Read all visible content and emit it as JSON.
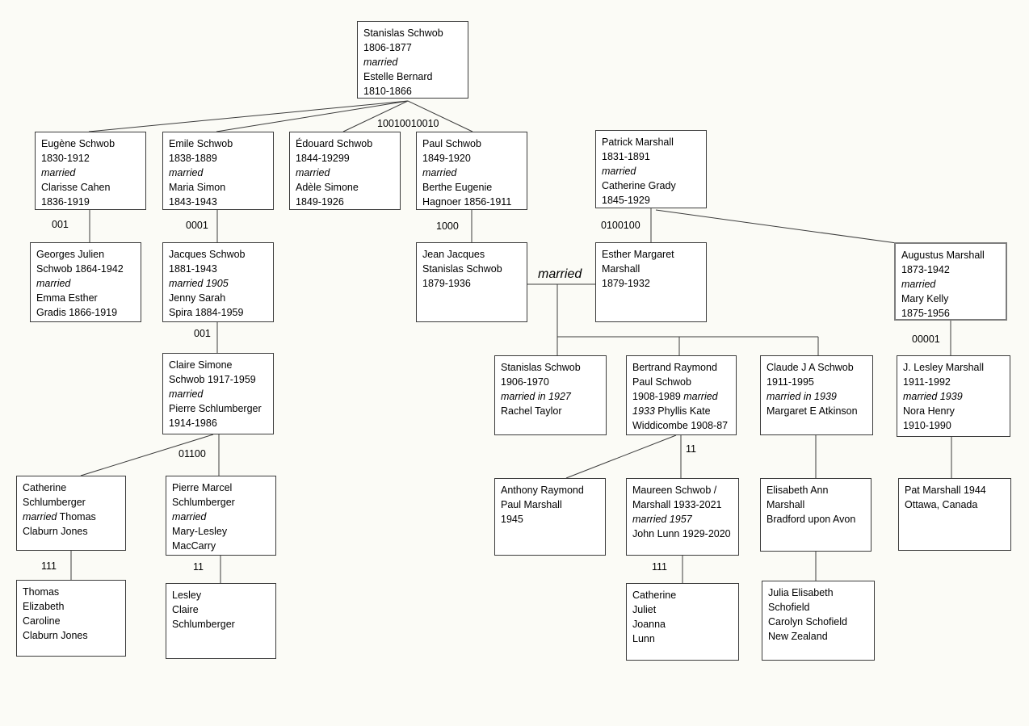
{
  "diagram": {
    "background": "#fbfbf6",
    "box_fill": "#ffffff",
    "box_border_color": "#3c3c3c",
    "line_color": "#3c3c3c",
    "text_color": "#000000"
  },
  "married_label": "married",
  "edge_labels": {
    "root": "10010010010",
    "eugene": "001",
    "emile": "0001",
    "paul": "1000",
    "patrick": "0100100",
    "jacques": "001",
    "augustus": "00001",
    "claire": "01100",
    "catherine_s": "111",
    "pierre": "11",
    "bertrand": "11",
    "maureen": "111"
  },
  "boxes": {
    "stanislas_sr": {
      "name": "Stanislas Schwob",
      "lines": [
        [
          {
            "t": "Stanislas Schwob"
          }
        ],
        [
          {
            "t": "1806-1877"
          }
        ],
        [
          {
            "t": "married",
            "i": true
          }
        ],
        [
          {
            "t": "Estelle Bernard"
          }
        ],
        [
          {
            "t": "1810-1866"
          }
        ]
      ]
    },
    "eugene": {
      "name": "Eugène Schwob",
      "lines": [
        [
          {
            "t": "Eugène Schwob"
          }
        ],
        [
          {
            "t": "1830-1912"
          }
        ],
        [
          {
            "t": "married",
            "i": true
          }
        ],
        [
          {
            "t": "Clarisse Cahen"
          }
        ],
        [
          {
            "t": "1836-1919"
          }
        ]
      ]
    },
    "emile": {
      "name": "Emile Schwob",
      "lines": [
        [
          {
            "t": "Emile Schwob"
          }
        ],
        [
          {
            "t": "1838-1889"
          }
        ],
        [
          {
            "t": "married",
            "i": true
          }
        ],
        [
          {
            "t": "Maria Simon"
          }
        ],
        [
          {
            "t": "1843-1943"
          }
        ]
      ]
    },
    "edouard": {
      "name": "Édouard Schwob",
      "lines": [
        [
          {
            "t": "Édouard Schwob"
          }
        ],
        [
          {
            "t": "1844-19299"
          }
        ],
        [
          {
            "t": "married",
            "i": true
          }
        ],
        [
          {
            "t": "Adèle Simone"
          }
        ],
        [
          {
            "t": "1849-1926"
          }
        ]
      ]
    },
    "paul": {
      "name": "Paul Schwob",
      "lines": [
        [
          {
            "t": "Paul Schwob"
          }
        ],
        [
          {
            "t": "1849-1920"
          }
        ],
        [
          {
            "t": "married",
            "i": true
          }
        ],
        [
          {
            "t": "Berthe Eugenie"
          }
        ],
        [
          {
            "t": "Hagnoer 1856-1911"
          }
        ]
      ]
    },
    "patrick": {
      "name": "Patrick Marshall",
      "lines": [
        [
          {
            "t": "Patrick Marshall"
          }
        ],
        [
          {
            "t": "1831-1891"
          }
        ],
        [
          {
            "t": "married",
            "i": true
          }
        ],
        [
          {
            "t": "Catherine Grady"
          }
        ],
        [
          {
            "t": "1845-1929"
          }
        ]
      ]
    },
    "georges": {
      "name": "Georges Julien Schwob",
      "lines": [
        [
          {
            "t": "Georges Julien"
          }
        ],
        [
          {
            "t": "Schwob 1864-1942"
          }
        ],
        [
          {
            "t": "married",
            "i": true
          }
        ],
        [
          {
            "t": "Emma Esther"
          }
        ],
        [
          {
            "t": "Gradis 1866-1919"
          }
        ]
      ]
    },
    "jacques": {
      "name": "Jacques Schwob",
      "lines": [
        [
          {
            "t": "Jacques Schwob"
          }
        ],
        [
          {
            "t": "1881-1943"
          }
        ],
        [
          {
            "t": "married 1905",
            "i": true
          }
        ],
        [
          {
            "t": "Jenny Sarah"
          }
        ],
        [
          {
            "t": "Spira 1884-1959"
          }
        ]
      ]
    },
    "jean_jacques": {
      "name": "Jean Jacques Stanislas Schwob",
      "lines": [
        [
          {
            "t": "Jean Jacques"
          }
        ],
        [
          {
            "t": "Stanislas Schwob"
          }
        ],
        [
          {
            "t": "1879-1936"
          }
        ]
      ]
    },
    "esther": {
      "name": "Esther Margaret Marshall",
      "lines": [
        [
          {
            "t": "Esther Margaret"
          }
        ],
        [
          {
            "t": "Marshall"
          }
        ],
        [
          {
            "t": "1879-1932"
          }
        ]
      ]
    },
    "augustus": {
      "name": "Augustus Marshall",
      "lines": [
        [
          {
            "t": "Augustus Marshall"
          }
        ],
        [
          {
            "t": "1873-1942"
          }
        ],
        [
          {
            "t": "married",
            "i": true
          }
        ],
        [
          {
            "t": "Mary Kelly"
          }
        ],
        [
          {
            "t": "1875-1956"
          }
        ]
      ]
    },
    "claire": {
      "name": "Claire Simone Schwob",
      "lines": [
        [
          {
            "t": "Claire Simone"
          }
        ],
        [
          {
            "t": "Schwob 1917-1959"
          }
        ],
        [
          {
            "t": "married",
            "i": true
          }
        ],
        [
          {
            "t": "Pierre Schlumberger"
          }
        ],
        [
          {
            "t": "1914-1986"
          }
        ]
      ]
    },
    "stanislas_jr": {
      "name": "Stanislas Schwob (1906)",
      "lines": [
        [
          {
            "t": "Stanislas Schwob"
          }
        ],
        [
          {
            "t": "1906-1970"
          }
        ],
        [
          {
            "t": "married in 1927",
            "i": true
          }
        ],
        [
          {
            "t": "Rachel Taylor"
          }
        ]
      ]
    },
    "bertrand": {
      "name": "Bertrand Raymond Paul Schwob",
      "lines": [
        [
          {
            "t": "Bertrand Raymond"
          }
        ],
        [
          {
            "t": "Paul Schwob"
          }
        ],
        [
          {
            "t": "1908-1989 "
          },
          {
            "t": "married",
            "i": true
          }
        ],
        [
          {
            "t": "1933",
            "i": true
          },
          {
            "t": " Phyllis Kate"
          }
        ],
        [
          {
            "t": "Widdicombe 1908-87"
          }
        ]
      ]
    },
    "claude": {
      "name": "Claude J A Schwob",
      "lines": [
        [
          {
            "t": "Claude J A Schwob"
          }
        ],
        [
          {
            "t": "1911-1995"
          }
        ],
        [
          {
            "t": "married in 1939",
            "i": true
          }
        ],
        [
          {
            "t": "Margaret E Atkinson"
          }
        ]
      ]
    },
    "j_lesley": {
      "name": "J. Lesley Marshall",
      "lines": [
        [
          {
            "t": "J. Lesley Marshall"
          }
        ],
        [
          {
            "t": "1911-1992"
          }
        ],
        [
          {
            "t": "married 1939",
            "i": true
          }
        ],
        [
          {
            "t": "Nora Henry"
          }
        ],
        [
          {
            "t": "1910-1990"
          }
        ]
      ]
    },
    "catherine_s": {
      "name": "Catherine Schlumberger",
      "lines": [
        [
          {
            "t": "Catherine"
          }
        ],
        [
          {
            "t": "Schlumberger"
          }
        ],
        [
          {
            "t": "married",
            "i": true
          },
          {
            "t": " Thomas"
          }
        ],
        [
          {
            "t": "Claburn Jones"
          }
        ]
      ]
    },
    "pierre": {
      "name": "Pierre Marcel Schlumberger",
      "lines": [
        [
          {
            "t": "Pierre Marcel"
          }
        ],
        [
          {
            "t": "Schlumberger"
          }
        ],
        [
          {
            "t": "married",
            "i": true
          }
        ],
        [
          {
            "t": "Mary-Lesley"
          }
        ],
        [
          {
            "t": "MacCarry"
          }
        ]
      ]
    },
    "anthony": {
      "name": "Anthony Raymond Paul Marshall",
      "lines": [
        [
          {
            "t": "Anthony Raymond"
          }
        ],
        [
          {
            "t": "Paul Marshall"
          }
        ],
        [
          {
            "t": "1945"
          }
        ]
      ]
    },
    "maureen": {
      "name": "Maureen Schwob / Marshall",
      "lines": [
        [
          {
            "t": "Maureen Schwob /"
          }
        ],
        [
          {
            "t": "Marshall 1933-2021"
          }
        ],
        [
          {
            "t": "married 1957",
            "i": true
          }
        ],
        [
          {
            "t": "John Lunn 1929-2020"
          }
        ]
      ]
    },
    "elisabeth": {
      "name": "Elisabeth Ann Marshall",
      "lines": [
        [
          {
            "t": "Elisabeth Ann"
          }
        ],
        [
          {
            "t": "Marshall"
          }
        ],
        [
          {
            "t": "Bradford upon Avon"
          }
        ]
      ]
    },
    "pat": {
      "name": "Pat Marshall",
      "lines": [
        [
          {
            "t": "Pat Marshall 1944"
          }
        ],
        [
          {
            "t": "Ottawa, Canada"
          }
        ]
      ]
    },
    "thomas": {
      "name": "Thomas Elizabeth Caroline Claburn Jones",
      "lines": [
        [
          {
            "t": "Thomas"
          }
        ],
        [
          {
            "t": "Elizabeth"
          }
        ],
        [
          {
            "t": "Caroline"
          }
        ],
        [
          {
            "t": "Claburn Jones"
          }
        ]
      ]
    },
    "lesley": {
      "name": "Lesley Claire Schlumberger",
      "lines": [
        [
          {
            "t": "Lesley"
          }
        ],
        [
          {
            "t": "Claire"
          }
        ],
        [
          {
            "t": "Schlumberger"
          }
        ]
      ]
    },
    "catherine_l": {
      "name": "Catherine Juliet Joanna Lunn",
      "lines": [
        [
          {
            "t": "Catherine"
          }
        ],
        [
          {
            "t": "Juliet"
          }
        ],
        [
          {
            "t": "Joanna"
          }
        ],
        [
          {
            "t": "Lunn"
          }
        ]
      ]
    },
    "julia": {
      "name": "Julia Elisabeth Schofield",
      "lines": [
        [
          {
            "t": "Julia Elisabeth"
          }
        ],
        [
          {
            "t": "Schofield"
          }
        ],
        [
          {
            "t": "Carolyn Schofield"
          }
        ],
        [
          {
            "t": "New Zealand"
          }
        ]
      ]
    }
  }
}
